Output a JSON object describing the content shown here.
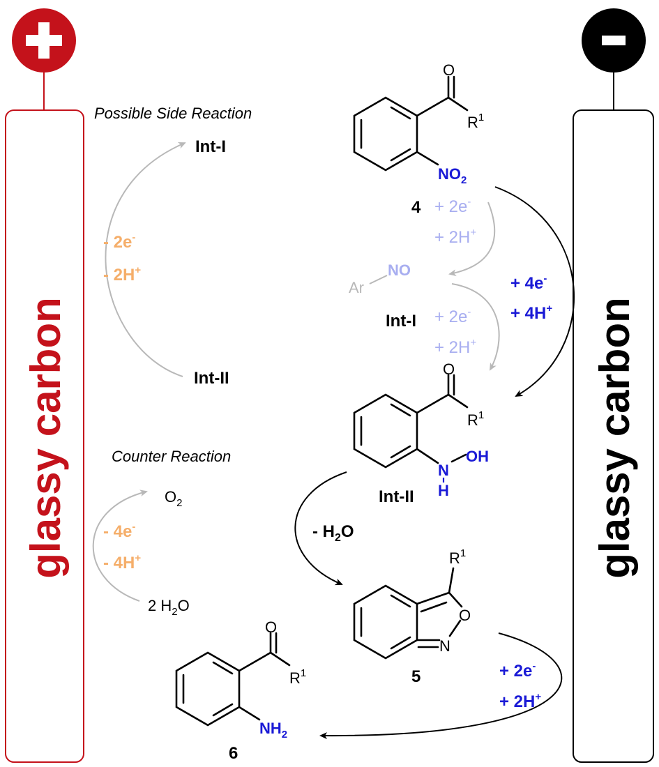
{
  "electrodes": {
    "anode": {
      "sign": "+",
      "label": "glassy carbon",
      "color": "#c4121b"
    },
    "cathode": {
      "sign": "-",
      "label": "glassy carbon",
      "color": "#000000"
    }
  },
  "side_reaction": {
    "title": "Possible Side Reaction",
    "product": "Int-I",
    "reactant": "Int-II",
    "electrons": "- 2e",
    "protons": "- 2H"
  },
  "counter_reaction": {
    "title": "Counter Reaction",
    "product": "O",
    "product_sub": "2",
    "reactant": "2 H",
    "reactant_sub": "2",
    "reactant_tail": "O",
    "electrons": "- 4e",
    "protons": "- 4H"
  },
  "compounds": {
    "c4": {
      "label": "4",
      "substituent": "NO",
      "substituent_sub": "2",
      "r": "R",
      "r_sup": "1",
      "oxygen": "O"
    },
    "nitroso": {
      "ar": "Ar",
      "group": "NO",
      "label": "Int-I"
    },
    "int2": {
      "label": "Int-II",
      "n": "N",
      "h": "H",
      "oh": "OH",
      "r": "R",
      "r_sup": "1",
      "oxygen": "O"
    },
    "c5": {
      "label": "5",
      "r": "R",
      "r_sup": "1",
      "o": "O",
      "n": "N"
    },
    "c6": {
      "label": "6",
      "substituent": "NH",
      "substituent_sub": "2",
      "r": "R",
      "r_sup": "1",
      "oxygen": "O"
    }
  },
  "steps": {
    "step1_e": "+ 2e",
    "step1_h": "+ 2H",
    "step2_e": "+ 2e",
    "step2_h": "+ 2H",
    "main_e": "+ 4e",
    "main_h": "+ 4H",
    "dehydration_prefix": "- H",
    "dehydration_sub": "2",
    "dehydration_tail": "O",
    "final_e": "+ 2e",
    "final_h": "+ 2H",
    "sup_minus": "-",
    "sup_plus": "+"
  },
  "colors": {
    "primary_blue": "#1a1ad6",
    "light_blue": "#a8aef0",
    "orange": "#f5ae6a",
    "gray": "#b8b8b8",
    "anode_red": "#c4121b"
  }
}
